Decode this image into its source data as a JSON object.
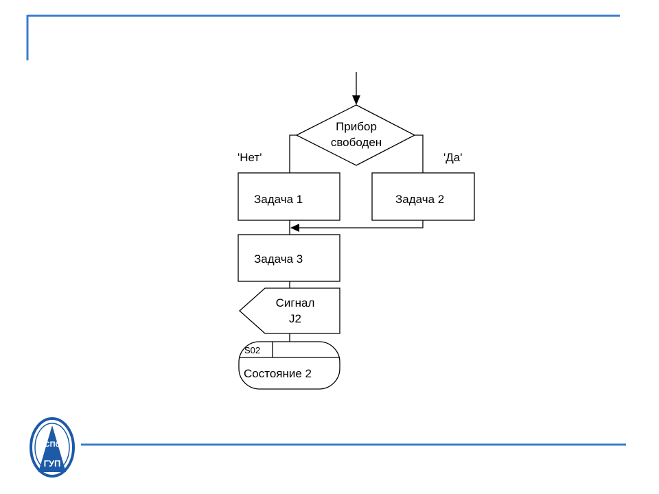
{
  "diagram": {
    "decision": {
      "line1": "Прибор",
      "line2": "свободен"
    },
    "branch_no": "'Нет'",
    "branch_yes": "'Да'",
    "task1": "Задача 1",
    "task2": "Задача 2",
    "task3": "Задача 3",
    "signal": {
      "line1": "Сигнал",
      "line2": "J2"
    },
    "state": {
      "code": "S02",
      "name": "Состояние 2"
    }
  },
  "logo": {
    "top_text": "СПб",
    "bottom_text": "ГУП",
    "icon": "university-emblem-icon"
  },
  "colors": {
    "accent": "#3b7bd0",
    "logo_blue": "#1d5aa8",
    "line": "#000000"
  }
}
